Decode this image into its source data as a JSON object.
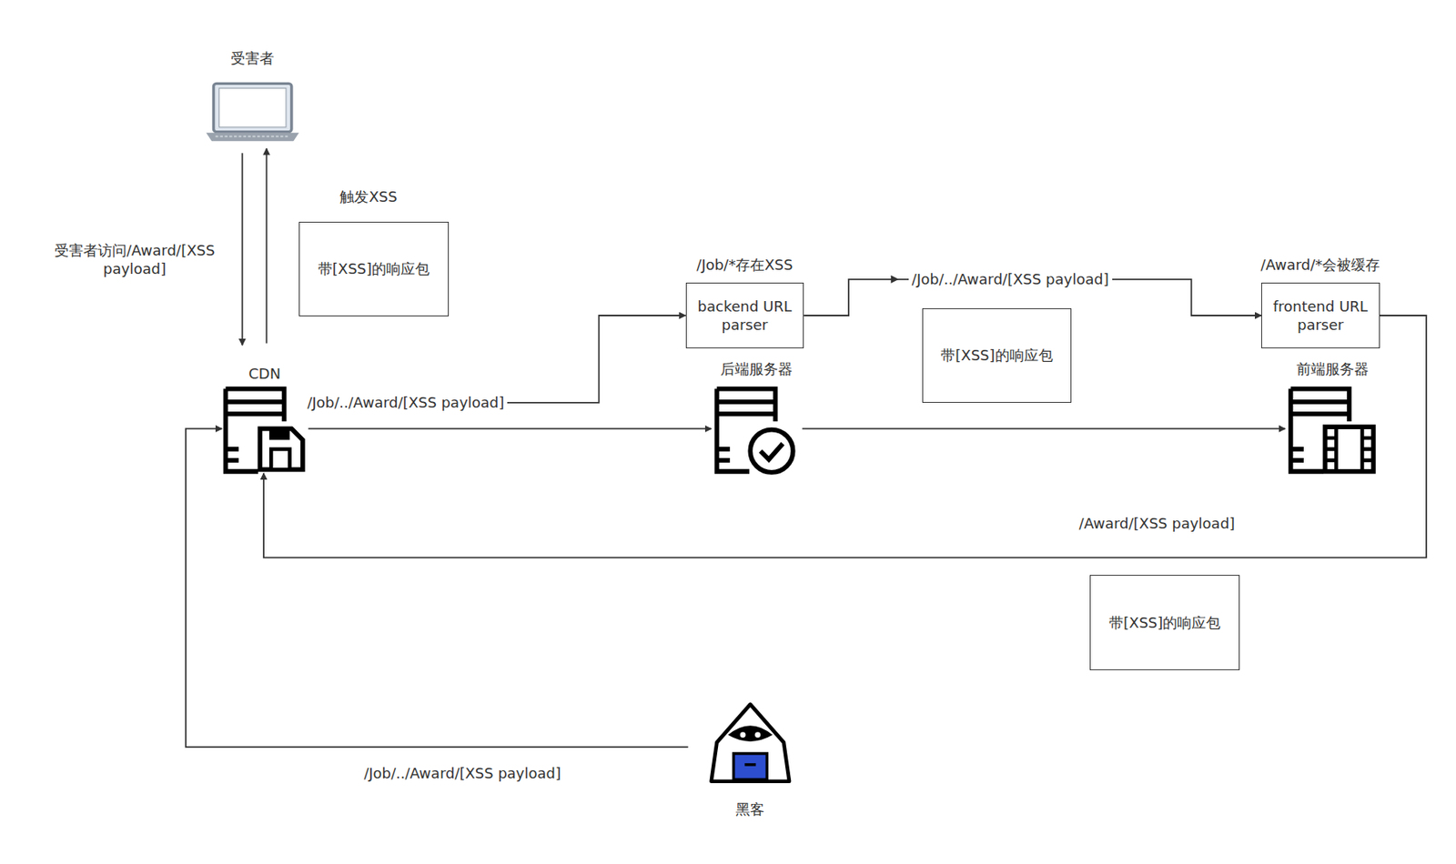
{
  "diagram": {
    "nodes": [
      {
        "text": [
          "受害者"
        ]
      },
      {
        "text": [
          "带[XSS]的响应包"
        ]
      },
      {
        "text": [
          "CDN"
        ]
      },
      {
        "text": [
          "/Job/*存在XSS",
          "backend URL parser"
        ]
      },
      {
        "text": [
          "后端服务器"
        ]
      },
      {
        "text": [
          "/Award/*会被缓存",
          "frontend URL parser"
        ]
      },
      {
        "text": [
          "前端服务器"
        ]
      },
      {
        "text": [
          "带[XSS]的响应包"
        ]
      },
      {
        "text": [
          "带[XSS]的响应包"
        ]
      },
      {
        "text": [
          "黑客"
        ]
      }
    ],
    "edges": [
      {
        "from": 0,
        "to": 2,
        "label": "受害者访问/Award/[XSS payload]",
        "arrow": "to"
      },
      {
        "from": 2,
        "to": 0,
        "label": "触发XSS",
        "arrow": "to"
      },
      {
        "from": 2,
        "to": 3,
        "label": "/Job/../Award/[XSS payload]",
        "arrow": "to"
      },
      {
        "from": 2,
        "to": 4,
        "arrow": "to"
      },
      {
        "from": 4,
        "to": 6,
        "arrow": "to"
      },
      {
        "from": 3,
        "to": 5,
        "label": "/Job/../Award/[XSS payload]",
        "arrow": "to"
      },
      {
        "from": 5,
        "to": 2,
        "label": "/Award/[XSS payload]",
        "arrow": "to"
      },
      {
        "from": 9,
        "to": 2,
        "label": "/Job/../Award/[XSS payload]",
        "arrow": "to"
      }
    ]
  }
}
